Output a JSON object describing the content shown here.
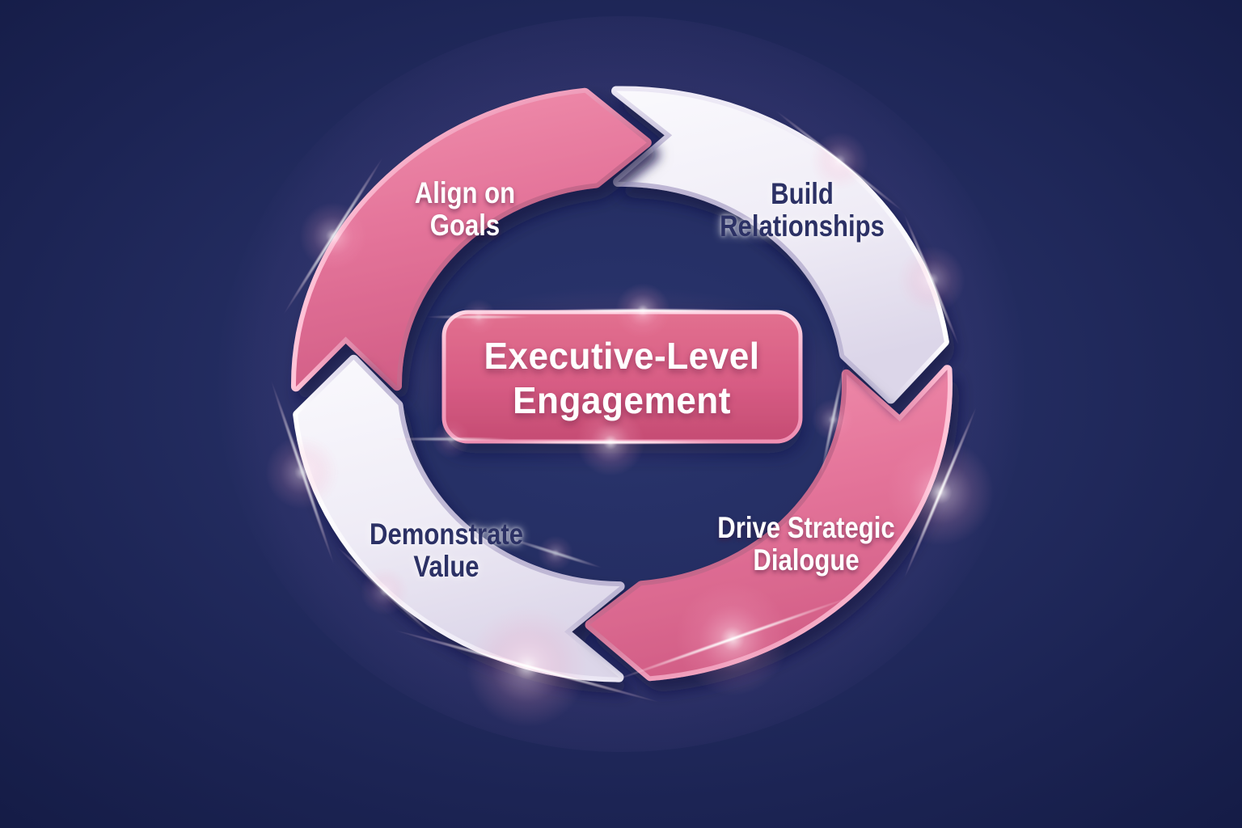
{
  "diagram": {
    "center_label": "Executive-Level\nEngagement",
    "steps": [
      {
        "id": "align-on-goals",
        "label": "Align on\nGoals",
        "segment_color": "pink",
        "position": "top-left"
      },
      {
        "id": "build-relationships",
        "label": "Build\nRelationships",
        "segment_color": "lavender-white",
        "position": "top-right"
      },
      {
        "id": "drive-strategic-dialogue",
        "label": "Drive Strategic\nDialogue",
        "segment_color": "pink",
        "position": "bottom-right"
      },
      {
        "id": "demonstrate-value",
        "label": "Demonstrate\nValue",
        "segment_color": "lavender-white",
        "position": "bottom-left"
      }
    ],
    "flow": "clockwise",
    "colors": {
      "background": "#1b2351",
      "pink_segment": "#e4749a",
      "white_segment": "#f1eef7",
      "center_box": "#d75c84",
      "text_on_pink": "#ffffff",
      "text_on_white": "#2e3468"
    }
  }
}
